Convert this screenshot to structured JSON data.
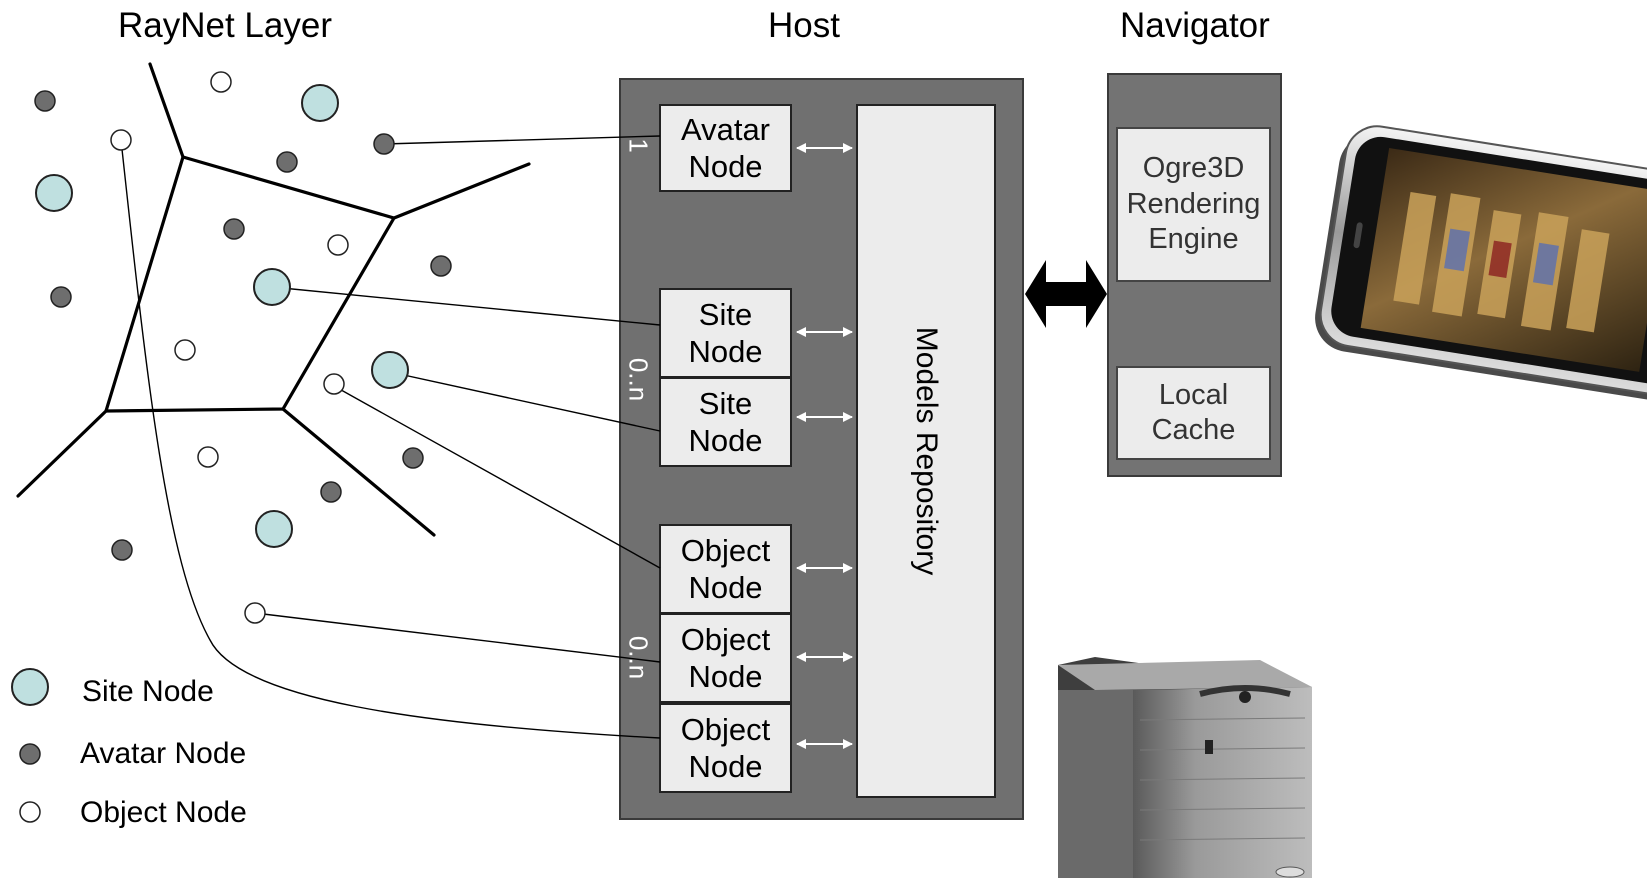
{
  "titles": {
    "raynet_layer": "RayNet Layer",
    "host": "Host",
    "navigator": "Navigator"
  },
  "host": {
    "avatar_node": "Avatar\nNode",
    "site_nodes": [
      "Site\nNode",
      "Site\nNode"
    ],
    "object_nodes": [
      "Object\nNode",
      "Object\nNode",
      "Object\nNode"
    ],
    "avatar_multiplicity": "1",
    "site_multiplicity": "0..n",
    "object_multiplicity": "0..n",
    "repository": "Models Repository"
  },
  "navigator": {
    "rendering_engine": "Ogre3D\nRendering\nEngine",
    "local_cache": "Local\nCache"
  },
  "legend": {
    "site_node": "Site Node",
    "avatar_node": "Avatar Node",
    "object_node": "Object Node"
  },
  "colors": {
    "site_node_fill": "#bfe0e0",
    "avatar_node_fill": "#6e6e6e",
    "object_node_fill": "#ffffff",
    "host_panel": "#707070",
    "box_fill": "#ececec"
  },
  "images": {
    "phone": "smartphone-game-screenshot",
    "server": "tower-server"
  }
}
